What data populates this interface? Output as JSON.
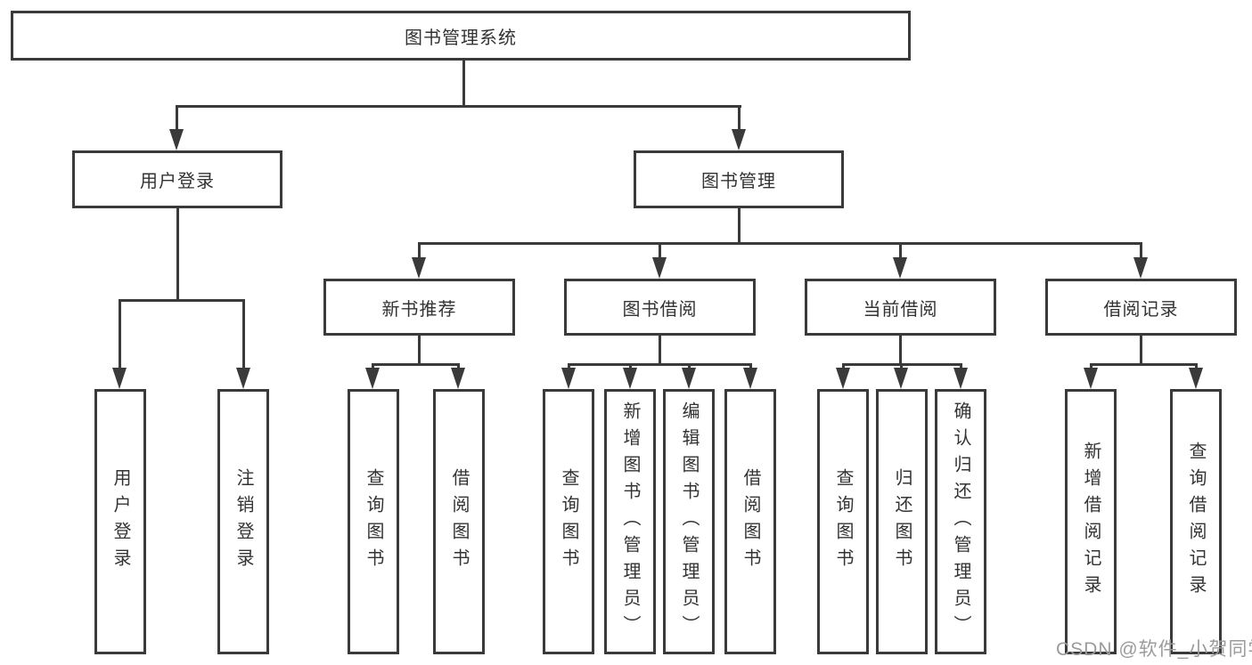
{
  "diagram": {
    "title": "图书管理系统",
    "root": {
      "label": "图书管理系统"
    },
    "level2": [
      {
        "label": "用户登录"
      },
      {
        "label": "图书管理"
      }
    ],
    "level3": [
      {
        "label": "新书推荐"
      },
      {
        "label": "图书借阅"
      },
      {
        "label": "当前借阅"
      },
      {
        "label": "借阅记录"
      }
    ],
    "leaves": {
      "user_login": [
        "用户登录",
        "注销登录"
      ],
      "new_book_recommend": [
        "查询图书",
        "借阅图书"
      ],
      "book_borrow": [
        "查询图书",
        "新增图书（管理员）",
        "编辑图书（管理员）",
        "借阅图书"
      ],
      "current_borrow": [
        "查询图书",
        "归还图书",
        "确认归还（管理员）"
      ],
      "borrow_record": [
        "新增借阅记录",
        "查询借阅记录"
      ]
    }
  },
  "watermark": {
    "text": "CSDN @软件_小贺同学"
  },
  "colors": {
    "line": "#3a3a3a",
    "text": "#333333",
    "watermark": "#9b9b9b",
    "background": "#ffffff"
  }
}
